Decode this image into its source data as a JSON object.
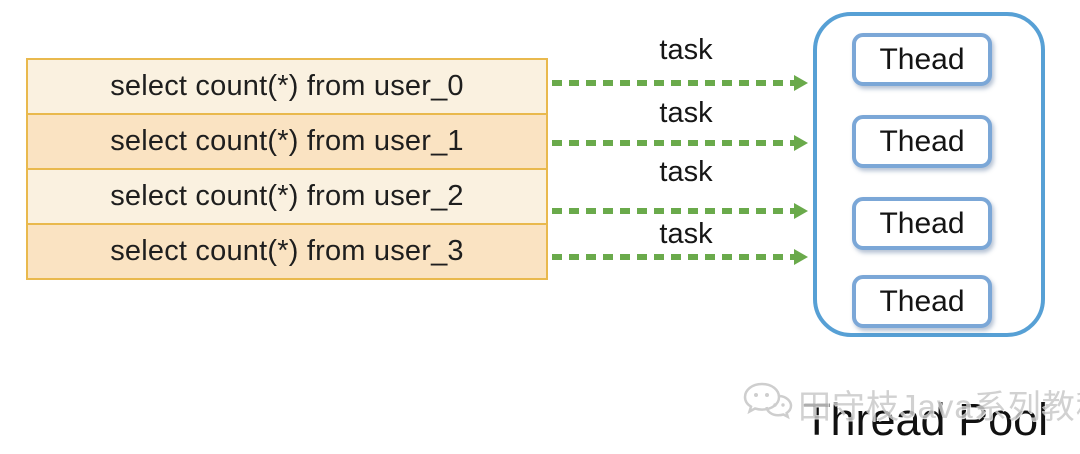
{
  "queries": [
    "select count(*) from user_0",
    "select count(*) from user_1",
    "select count(*) from user_2",
    "select count(*) from user_3"
  ],
  "task_labels": [
    "task",
    "task",
    "task",
    "task"
  ],
  "thread_pool": {
    "title": "Thread Pool",
    "threads": [
      "Thead",
      "Thead",
      "Thead",
      "Thead"
    ]
  },
  "watermark": {
    "icon": "wechat-icon",
    "text": "田守枝Java系列教程"
  },
  "colors": {
    "query_border": "#e9b94d",
    "query_row_light": "#faf1e0",
    "query_row_dark": "#fae3c2",
    "arrow_green": "#6aaa4b",
    "pool_border": "#57a0d5",
    "thread_border": "#7ba7d7",
    "title_text": "#111111",
    "watermark_gray": "#c9c9c9"
  }
}
